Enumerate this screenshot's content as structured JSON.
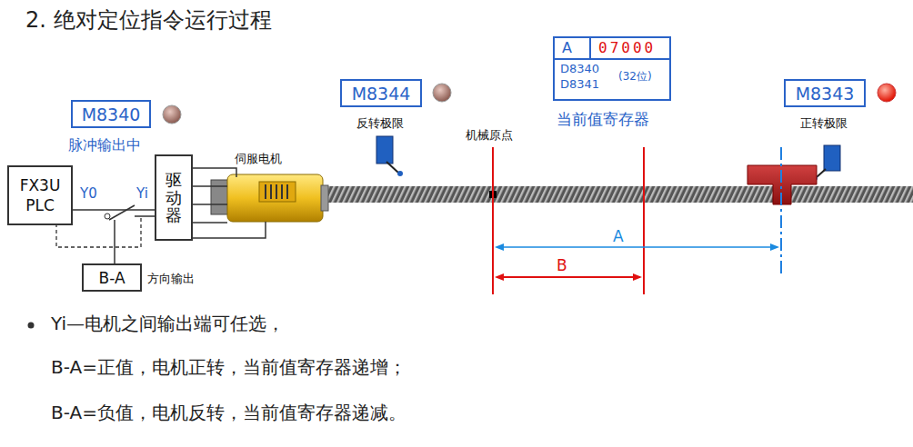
{
  "diagram": {
    "title": "2. 绝对定位指令运行过程",
    "nodes": [
      {
        "text": [
          "M8340",
          "脉冲输出中"
        ]
      },
      {
        "text": [
          "M8344",
          "反转极限"
        ]
      },
      {
        "text": [
          "A",
          "07000",
          "D8340 D8341",
          "(32位)",
          "当前值寄存器"
        ]
      },
      {
        "text": [
          "M8343",
          "正转极限"
        ]
      },
      {
        "text": [
          "FX3U PLC"
        ]
      },
      {
        "text": [
          "驱动器"
        ]
      },
      {
        "text": [
          "B-A",
          "方向输出"
        ]
      }
    ],
    "edges": [
      {
        "from": 4,
        "to": 5,
        "arrow": "none"
      }
    ],
    "labels": [
      "Y0",
      "Yi",
      "伺服电机",
      "机械原点",
      "A",
      "B",
      "Yi—电机之间输出端可任选，",
      "B-A=正值，电机正转，当前值寄存器递增；",
      "B-A=负值，电机反转，当前值寄存器递减。"
    ]
  }
}
